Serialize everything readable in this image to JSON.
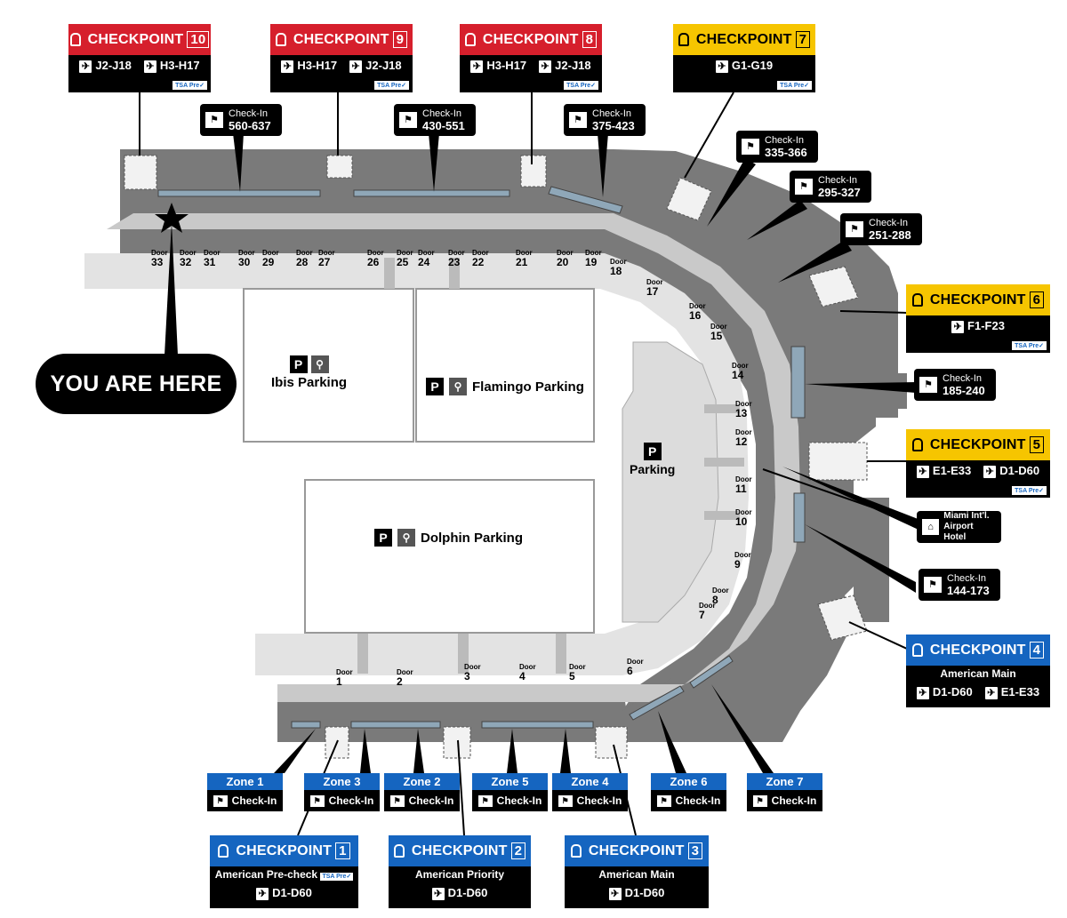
{
  "checkpoints": {
    "cp10": {
      "label": "CHECKPOINT",
      "number": "10",
      "gates": [
        "J2-J18",
        "H3-H17"
      ],
      "tsa": "TSA Pre✓",
      "color": "#d61f2c"
    },
    "cp9": {
      "label": "CHECKPOINT",
      "number": "9",
      "gates": [
        "H3-H17",
        "J2-J18"
      ],
      "tsa": "TSA Pre✓",
      "color": "#d61f2c"
    },
    "cp8": {
      "label": "CHECKPOINT",
      "number": "8",
      "gates": [
        "H3-H17",
        "J2-J18"
      ],
      "tsa": "TSA Pre✓",
      "color": "#d61f2c"
    },
    "cp7": {
      "label": "CHECKPOINT",
      "number": "7",
      "gates": [
        "G1-G19"
      ],
      "tsa": "TSA Pre✓",
      "color": "#f6c500"
    },
    "cp6": {
      "label": "CHECKPOINT",
      "number": "6",
      "gates": [
        "F1-F23"
      ],
      "tsa": "TSA Pre✓",
      "color": "#f6c500"
    },
    "cp5": {
      "label": "CHECKPOINT",
      "number": "5",
      "gates": [
        "E1-E33",
        "D1-D60"
      ],
      "tsa": "TSA Pre✓",
      "color": "#f6c500"
    },
    "cp4": {
      "label": "CHECKPOINT",
      "number": "4",
      "subtitle": "American Main",
      "gates": [
        "D1-D60",
        "E1-E33"
      ],
      "color": "#1565c0"
    },
    "cp3": {
      "label": "CHECKPOINT",
      "number": "3",
      "subtitle": "American Main",
      "gates": [
        "D1-D60"
      ],
      "color": "#1565c0"
    },
    "cp2": {
      "label": "CHECKPOINT",
      "number": "2",
      "subtitle": "American Priority",
      "gates": [
        "D1-D60"
      ],
      "color": "#1565c0"
    },
    "cp1": {
      "label": "CHECKPOINT",
      "number": "1",
      "subtitle": "American Pre-check",
      "tsa": "TSA Pre✓",
      "gates": [
        "D1-D60"
      ],
      "color": "#1565c0"
    }
  },
  "checkins": {
    "c1": {
      "label": "Check-In",
      "range": "560-637"
    },
    "c2": {
      "label": "Check-In",
      "range": "430-551"
    },
    "c3": {
      "label": "Check-In",
      "range": "375-423"
    },
    "c4": {
      "label": "Check-In",
      "range": "335-366"
    },
    "c5": {
      "label": "Check-In",
      "range": "295-327"
    },
    "c6": {
      "label": "Check-In",
      "range": "251-288"
    },
    "c7": {
      "label": "Check-In",
      "range": "185-240"
    },
    "c8": {
      "label": "Check-In",
      "range": "144-173"
    }
  },
  "hotel": {
    "line1": "Miami Int'l.",
    "line2": "Airport Hotel"
  },
  "zones": [
    {
      "zone": "Zone 1",
      "label": "Check-In"
    },
    {
      "zone": "Zone 3",
      "label": "Check-In"
    },
    {
      "zone": "Zone 2",
      "label": "Check-In"
    },
    {
      "zone": "Zone 5",
      "label": "Check-In"
    },
    {
      "zone": "Zone 4",
      "label": "Check-In"
    },
    {
      "zone": "Zone 6",
      "label": "Check-In"
    },
    {
      "zone": "Zone 7",
      "label": "Check-In"
    }
  ],
  "doors": {
    "word": "Door",
    "top": [
      "33",
      "32",
      "31",
      "30",
      "29",
      "28",
      "27",
      "26",
      "25",
      "24",
      "23",
      "22",
      "21",
      "20",
      "19",
      "18"
    ],
    "curve": [
      "17",
      "16",
      "15",
      "14",
      "13",
      "12",
      "11",
      "10",
      "9",
      "8",
      "7"
    ],
    "bottom": [
      "6",
      "5",
      "4",
      "3",
      "2",
      "1"
    ]
  },
  "parking": {
    "ibis": "Ibis Parking",
    "flamingo": "Flamingo Parking",
    "central": "Parking",
    "dolphin": "Dolphin Parking",
    "p_symbol": "P"
  },
  "you_are_here": "YOU ARE HERE",
  "colors": {
    "terminal": "#7a7a7a",
    "concourse": "#d9d9d9",
    "road": "#ebebeb",
    "red": "#d61f2c",
    "yellow": "#f6c500",
    "blue": "#1565c0"
  }
}
